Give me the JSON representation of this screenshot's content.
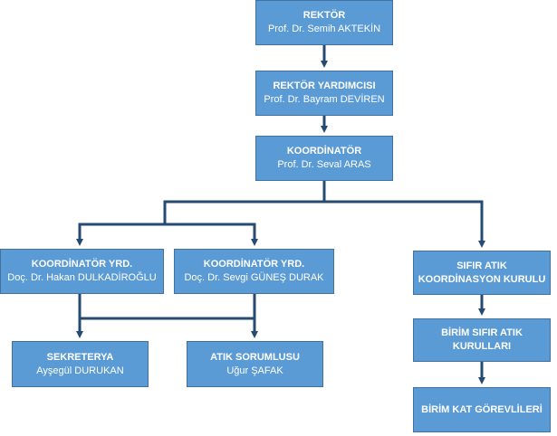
{
  "colors": {
    "box_fill": "#5b9bd5",
    "box_border": "#41719c",
    "connector": "#264b73",
    "text": "#ffffff"
  },
  "nodes": {
    "rektor": {
      "title": "REKTÖR",
      "name": "Prof. Dr. Semih AKTEKİN"
    },
    "rektor_yardimcisi": {
      "title": "REKTÖR YARDIMCISI",
      "name": "Prof. Dr. Bayram DEVİREN"
    },
    "koordinator": {
      "title": "KOORDİNATÖR",
      "name": "Prof. Dr. Seval ARAS"
    },
    "koordinator_yrd_1": {
      "title": "KOORDİNATÖR YRD.",
      "name": "Doç. Dr. Hakan DULKADİROĞLU"
    },
    "koordinator_yrd_2": {
      "title": "KOORDİNATÖR YRD.",
      "name": "Doç. Dr. Sevgi GÜNEŞ DURAK"
    },
    "sekreterya": {
      "title": "SEKRETERYA",
      "name": "Ayşegül DURUKAN"
    },
    "atik_sorumlusu": {
      "title": "ATIK SORUMLUSU",
      "name": "Uğur ŞAFAK"
    },
    "sifir_atik_kurulu": {
      "title_line1": "SIFIR ATIK",
      "title_line2": "KOORDİNASYON KURULU"
    },
    "birim_sifir_atik": {
      "title_line1": "BİRİM SIFIR ATIK",
      "title_line2": "KURULLARI"
    },
    "birim_kat": {
      "title": "BİRİM KAT GÖREVLİLERİ"
    }
  }
}
